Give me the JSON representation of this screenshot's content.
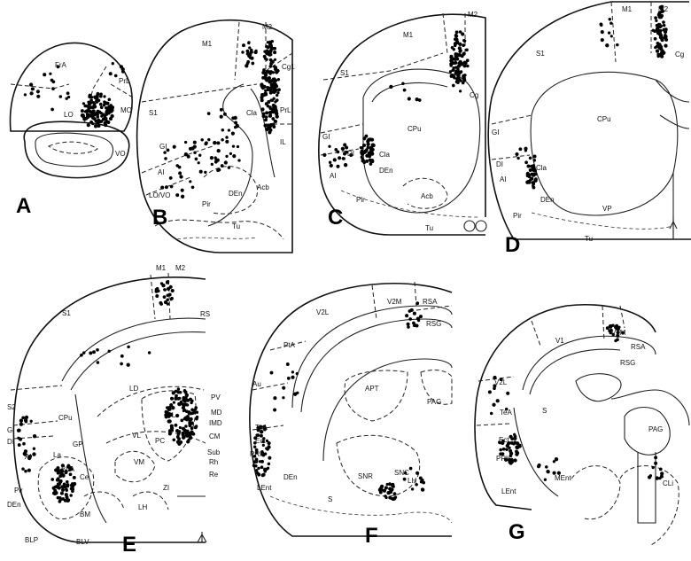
{
  "panels": [
    {
      "id": "A",
      "letter": "A",
      "labels": [
        "FrA",
        "PrL",
        "MO",
        "LO",
        "VO"
      ]
    },
    {
      "id": "B",
      "letter": "B",
      "labels": [
        "M1",
        "M2",
        "Cg1",
        "S1",
        "PrL",
        "Cla",
        "IL",
        "GI",
        "AI",
        "LO/VO",
        "DEn",
        "Acb",
        "Pir",
        "Tu"
      ]
    },
    {
      "id": "C",
      "letter": "C",
      "labels": [
        "M2",
        "M1",
        "S1",
        "Cg",
        "CPu",
        "GI",
        "DI",
        "AI",
        "Cla",
        "DEn",
        "Acb",
        "Pir",
        "Tu"
      ]
    },
    {
      "id": "D",
      "letter": "D",
      "labels": [
        "M1",
        "M2",
        "S1",
        "Cg",
        "CPu",
        "GI",
        "DI",
        "AI",
        "Cla",
        "DEn",
        "VP",
        "Pir",
        "Tu"
      ]
    },
    {
      "id": "E",
      "letter": "E",
      "labels": [
        "M1",
        "M2",
        "S1",
        "RS",
        "LD",
        "PV",
        "CL",
        "MD",
        "IMD",
        "CM",
        "S2",
        "CPu",
        "GI",
        "DI",
        "AI",
        "La",
        "GP",
        "VL",
        "PC",
        "BLA",
        "Ce",
        "VM",
        "Sub",
        "Rh",
        "Re",
        "ZI",
        "Pir",
        "DEn",
        "BM",
        "LH",
        "BLP",
        "BLV"
      ]
    },
    {
      "id": "F",
      "letter": "F",
      "labels": [
        "V2M",
        "RSA",
        "V2L",
        "RSG",
        "PtA",
        "Au",
        "APT",
        "PAG",
        "TeA",
        "Ect",
        "PRh",
        "LEnt",
        "DEn",
        "SNR",
        "SNC",
        "LH",
        "S"
      ]
    },
    {
      "id": "G",
      "letter": "G",
      "labels": [
        "V1",
        "V2M",
        "RSA",
        "RSG",
        "V2L",
        "TeA",
        "S",
        "PAG",
        "Ect",
        "PRh",
        "LEnt",
        "MEnt",
        "CLi"
      ]
    }
  ]
}
